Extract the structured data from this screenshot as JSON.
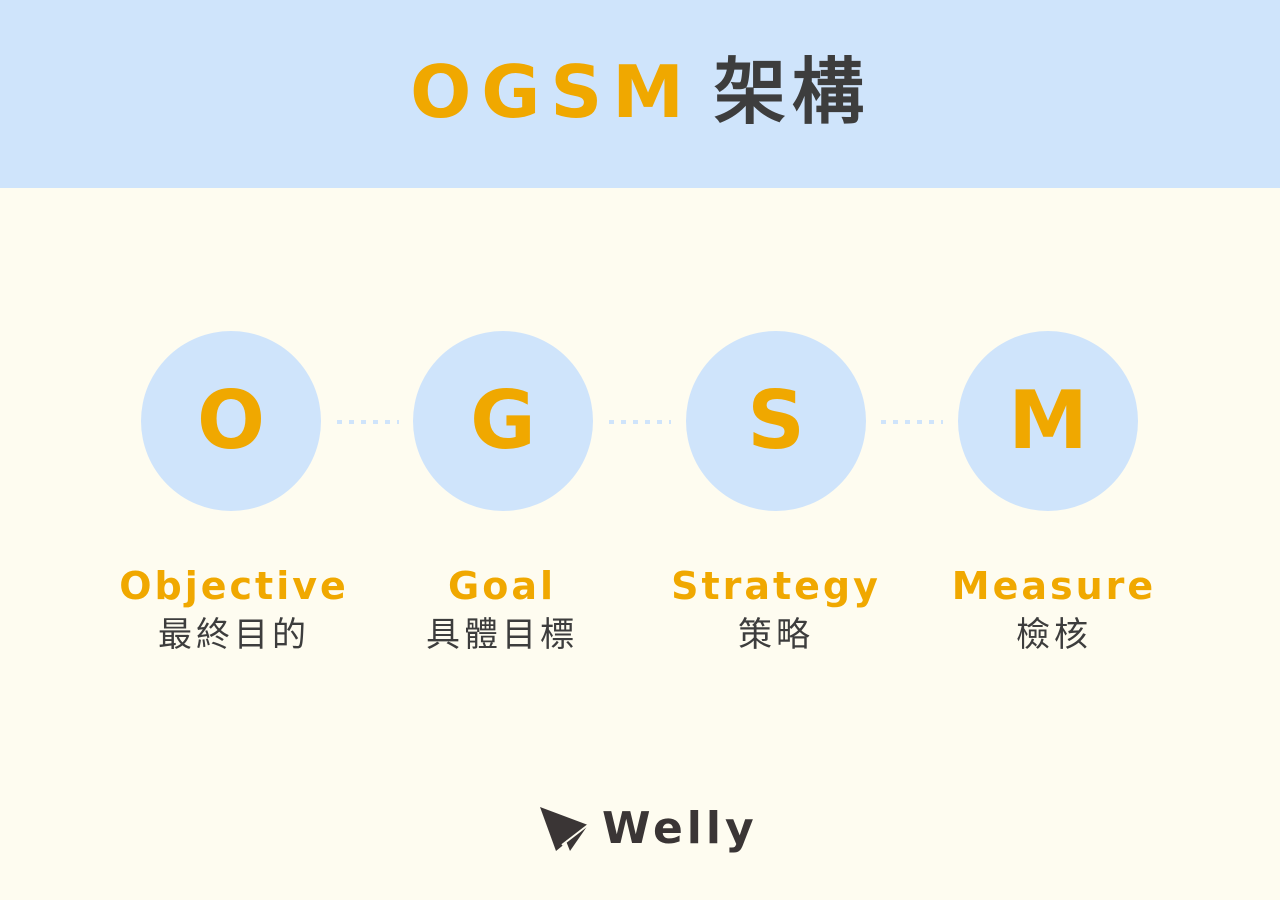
{
  "header": {
    "title_en": "OGSM",
    "title_zh": "架構",
    "background_color": "#cfe4fb"
  },
  "colors": {
    "accent": "#f0a800",
    "text_dark": "#3d3d3d",
    "page_background": "#fefcf0",
    "circle_fill": "#cfe4fb"
  },
  "steps": [
    {
      "letter": "O",
      "name": "Objective",
      "zh": "最終目的"
    },
    {
      "letter": "G",
      "name": "Goal",
      "zh": "具體目標"
    },
    {
      "letter": "S",
      "name": "Strategy",
      "zh": "策略"
    },
    {
      "letter": "M",
      "name": "Measure",
      "zh": "檢核"
    }
  ],
  "footer": {
    "brand": "Welly",
    "logo_icon": "paper-plane-icon"
  }
}
